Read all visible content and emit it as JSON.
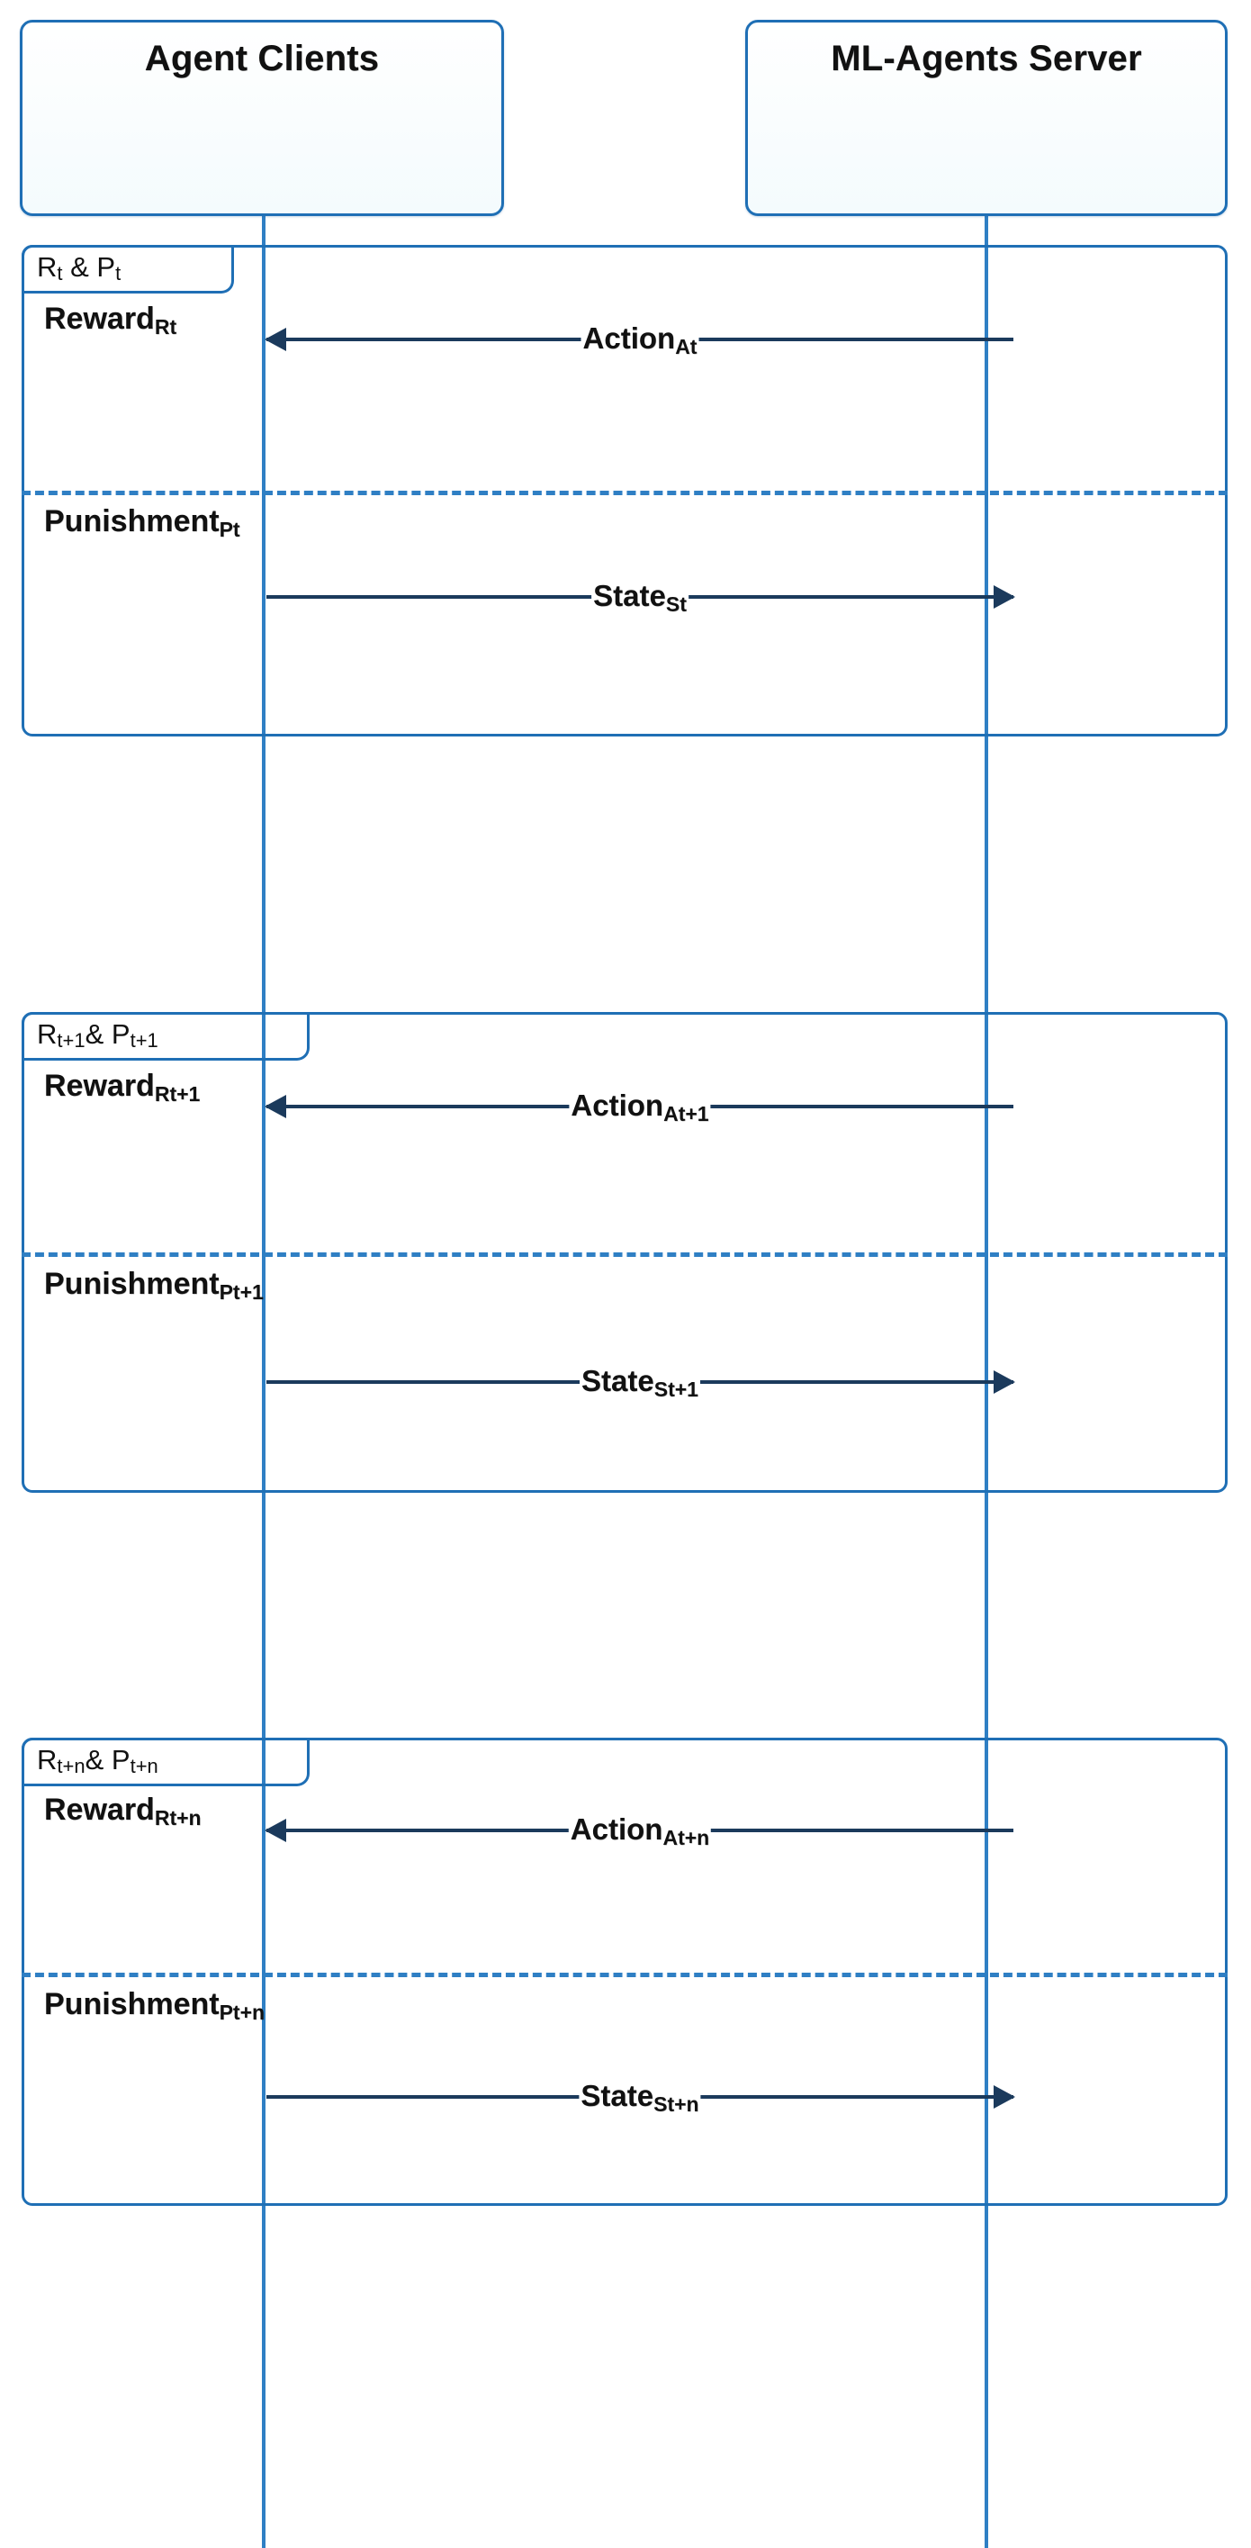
{
  "diagram": {
    "type": "uml-sequence-diagram",
    "title": "Agent Clients / ML-Agents Server reinforcement learning loop",
    "colors": {
      "participant_border": "#1f6fb5",
      "lifeline": "#2f7fc4",
      "fragment_border": "#1f6fb5",
      "arrow": "#1b3a5c",
      "divider": "#2f7fc4",
      "text": "#111111",
      "background": "#ffffff"
    }
  },
  "participants": [
    {
      "id": "agent-clients",
      "label": "Agent Clients"
    },
    {
      "id": "ml-agents-server",
      "label": "ML-Agents Server"
    }
  ],
  "fragments": [
    {
      "id": "fragment-t",
      "tab_label": {
        "base1": "R",
        "sub1": "t",
        "mid": " & ",
        "base2": "P",
        "sub2": "t"
      },
      "operands": [
        {
          "id": "operand-reward-t",
          "label": {
            "base": "Reward",
            "sub": "Rt"
          },
          "message": {
            "id": "message-action-t",
            "label": {
              "base": "Action",
              "sub": "At"
            },
            "direction": "left",
            "from": "ml-agents-server",
            "to": "agent-clients"
          }
        },
        {
          "id": "operand-punishment-t",
          "label": {
            "base": "Punishment",
            "sub": "Pt"
          },
          "message": {
            "id": "message-state-t",
            "label": {
              "base": "State",
              "sub": "St"
            },
            "direction": "right",
            "from": "agent-clients",
            "to": "ml-agents-server"
          }
        }
      ]
    },
    {
      "id": "fragment-t-plus-1",
      "tab_label": {
        "base1": "R",
        "sub1": "t+1",
        "mid": "& ",
        "base2": "P",
        "sub2": "t+1"
      },
      "operands": [
        {
          "id": "operand-reward-t-plus-1",
          "label": {
            "base": "Reward",
            "sub": "Rt+1"
          },
          "message": {
            "id": "message-action-t-plus-1",
            "label": {
              "base": "Action",
              "sub": "At+1"
            },
            "direction": "left",
            "from": "ml-agents-server",
            "to": "agent-clients"
          }
        },
        {
          "id": "operand-punishment-t-plus-1",
          "label": {
            "base": "Punishment",
            "sub": "Pt+1"
          },
          "message": {
            "id": "message-state-t-plus-1",
            "label": {
              "base": "State",
              "sub": "St+1"
            },
            "direction": "right",
            "from": "agent-clients",
            "to": "ml-agents-server"
          }
        }
      ]
    },
    {
      "id": "fragment-t-plus-n",
      "tab_label": {
        "base1": "R",
        "sub1": "t+n",
        "mid": "& ",
        "base2": "P",
        "sub2": "t+n"
      },
      "operands": [
        {
          "id": "operand-reward-t-plus-n",
          "label": {
            "base": "Reward",
            "sub": "Rt+n"
          },
          "message": {
            "id": "message-action-t-plus-n",
            "label": {
              "base": "Action",
              "sub": "At+n"
            },
            "direction": "left",
            "from": "ml-agents-server",
            "to": "agent-clients"
          }
        },
        {
          "id": "operand-punishment-t-plus-n",
          "label": {
            "base": "Punishment",
            "sub": "Pt+n"
          },
          "message": {
            "id": "message-state-t-plus-n",
            "label": {
              "base": "State",
              "sub": "St+n"
            },
            "direction": "right",
            "from": "agent-clients",
            "to": "ml-agents-server"
          }
        }
      ]
    }
  ]
}
